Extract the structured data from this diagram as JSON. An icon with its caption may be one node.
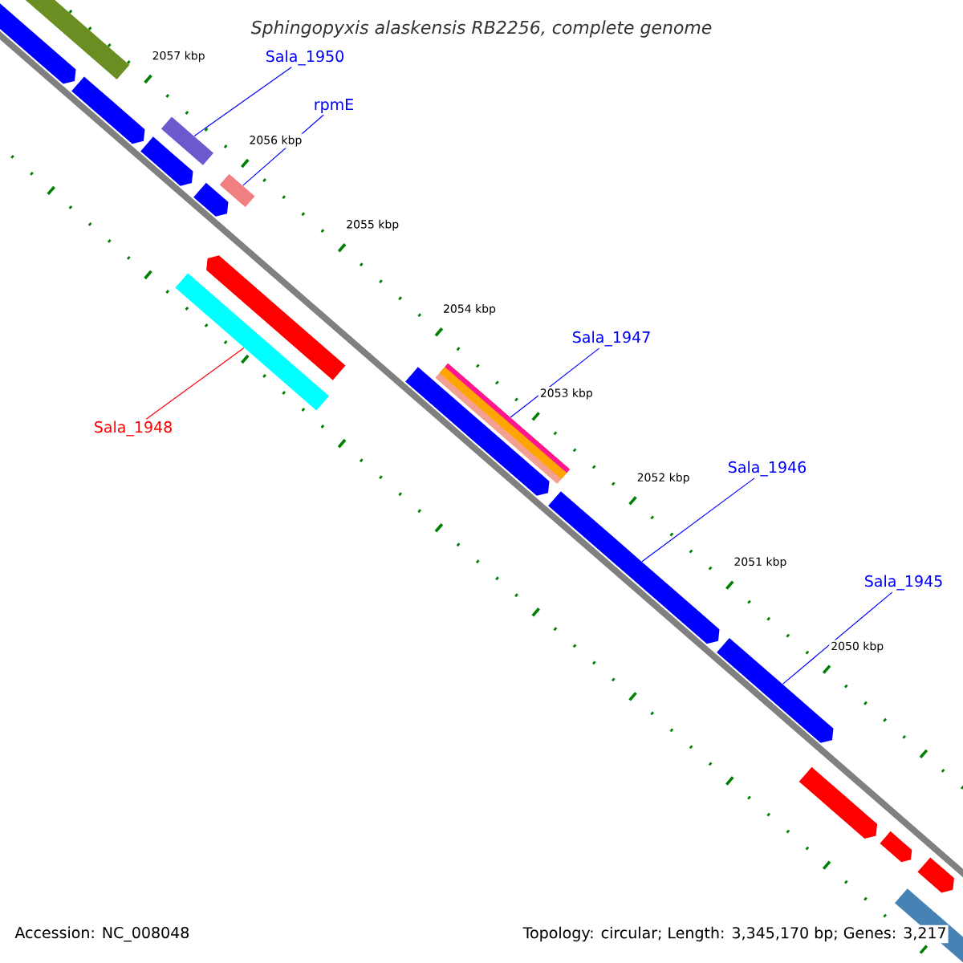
{
  "diagram": {
    "title": "Sphingopyxis alaskensis RB2256, complete genome",
    "nodes": [
      {
        "text": [
          "Sala_1950"
        ]
      },
      {
        "text": [],
        "shape": "bar"
      },
      {
        "text": [
          "rpmE"
        ]
      },
      {
        "text": [],
        "shape": "bar"
      },
      {
        "text": [
          "Sala_1948"
        ]
      },
      {
        "text": [],
        "shape": "bar"
      },
      {
        "text": [
          "Sala_1947"
        ]
      },
      {
        "text": [],
        "shape": "bar"
      },
      {
        "text": [
          "Sala_1946"
        ]
      },
      {
        "text": [],
        "shape": "bar"
      },
      {
        "text": [
          "Sala_1945"
        ]
      },
      {
        "text": [],
        "shape": "bar"
      },
      {
        "text": [],
        "shape": "bar"
      },
      {
        "text": [],
        "shape": "bar"
      },
      {
        "text": [],
        "shape": "bar"
      },
      {
        "text": [],
        "shape": "bar"
      },
      {
        "text": [],
        "shape": "bar"
      },
      {
        "text": [],
        "shape": "bar"
      },
      {
        "text": [],
        "shape": "bar"
      },
      {
        "text": [],
        "shape": "bar"
      },
      {
        "text": [],
        "shape": "bar"
      },
      {
        "text": [],
        "shape": "bar"
      },
      {
        "text": [],
        "shape": "bar"
      }
    ],
    "edges": [
      {
        "from": 0,
        "to": 1,
        "arrow": "none"
      },
      {
        "from": 2,
        "to": 3,
        "arrow": "none"
      },
      {
        "from": 4,
        "to": 5,
        "arrow": "none",
        "color": "#ff0000"
      },
      {
        "from": 6,
        "to": 7,
        "arrow": "none"
      },
      {
        "from": 8,
        "to": 9,
        "arrow": "none"
      },
      {
        "from": 10,
        "to": 11,
        "arrow": "none"
      }
    ],
    "labels": [
      "2057 kbp",
      "2056 kbp",
      "2055 kbp",
      "2054 kbp",
      "2053 kbp",
      "2052 kbp",
      "2051 kbp",
      "2050 kbp",
      "Accession: NC_008048",
      "Topology: circular; Length: 3,345,170 bp; Genes: 3,217"
    ]
  }
}
